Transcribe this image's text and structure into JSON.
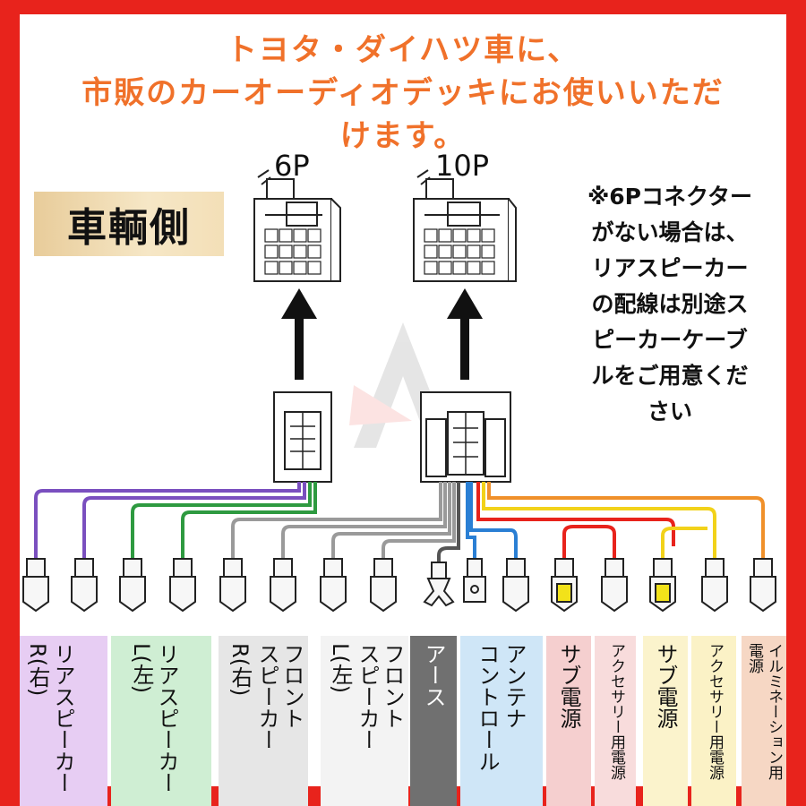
{
  "headline": {
    "line1": "トヨタ・ダイハツ車に、",
    "line2": "市販のカーオーディオデッキにお使いいただ",
    "line3": "けます。"
  },
  "vehicle_side_label": "車輌側",
  "connectors": {
    "six_pin_label": "6P",
    "ten_pin_label": "10P"
  },
  "note_lines": [
    "※6Pコネクター",
    "がない場合は、",
    "リアスピーカー",
    "の配線は別途ス",
    "ピーカーケーブ",
    "ルをご用意くだ",
    "さい"
  ],
  "colors": {
    "frame": "#e8231c",
    "headline": "#f0712a",
    "wire_purple": "#7a4fbf",
    "wire_green": "#2e9a40",
    "wire_gray": "#9a9a9a",
    "wire_blue": "#2a7fd4",
    "wire_red": "#e8231c",
    "wire_yellow": "#f2d21a",
    "wire_orange": "#f0902a"
  },
  "legend": [
    {
      "text": "リアスピーカー",
      "sub": "R(右)",
      "bg": "#e7cdf3"
    },
    {
      "text": "リアスピーカー",
      "sub": "L(左)",
      "bg": "#cfeed3"
    },
    {
      "text": "フロント",
      "text2": "スピーカー",
      "sub": "R(右)",
      "bg": "#e6e6e6"
    },
    {
      "text": "フロント",
      "text2": "スピーカー",
      "sub": "L(左)",
      "bg": "#f3f3f3"
    },
    {
      "text": "アース",
      "bg": "#707070"
    },
    {
      "text": "アンテナ",
      "text2": "コントロール",
      "bg": "#cfe6f7"
    },
    {
      "text": "サブ電源",
      "bg": "#f5cfcf"
    },
    {
      "text": "アクセサリー用電源",
      "bg": "#f8dcdc"
    },
    {
      "text": "サブ電源",
      "bg": "#fbf3cc"
    },
    {
      "text": "アクセサリー用電源",
      "bg": "#fbf2c6"
    },
    {
      "text": "イルミネーション用",
      "text2": "電源",
      "bg": "#f6d7c4"
    }
  ]
}
